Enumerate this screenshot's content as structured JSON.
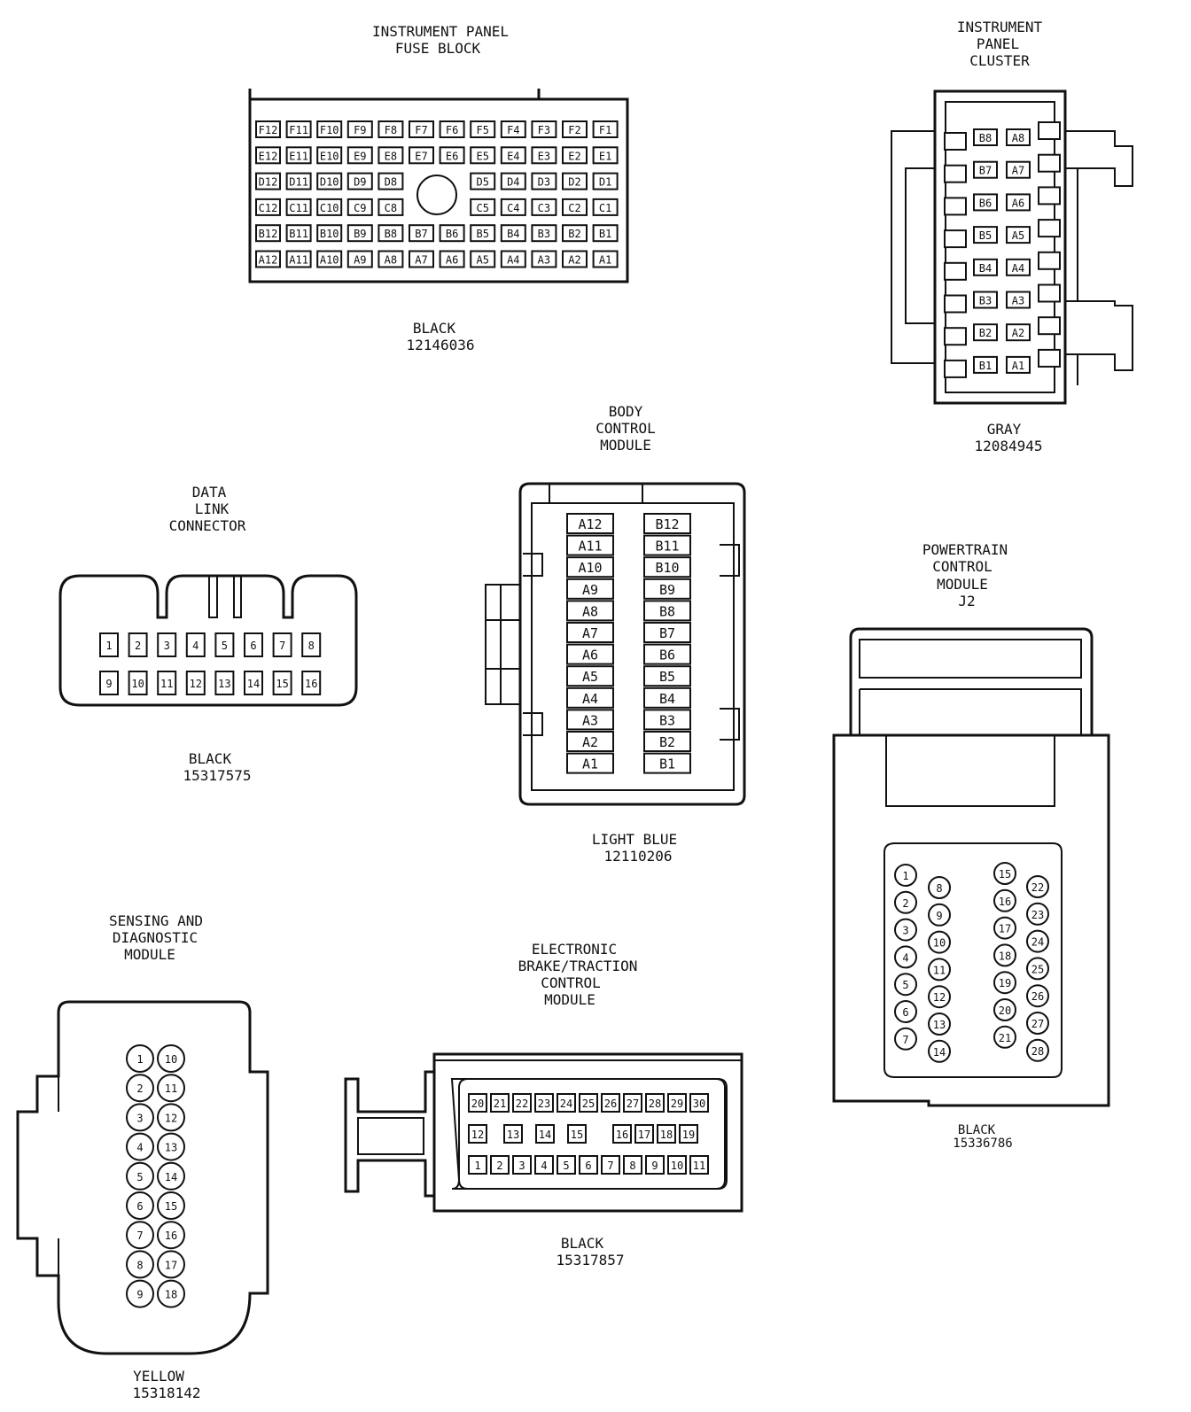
{
  "connectors": {
    "ipfb": {
      "title": [
        "INSTRUMENT PANEL",
        "FUSE BLOCK"
      ],
      "color": "BLACK",
      "part": "12146036",
      "rows": [
        [
          "F12",
          "F11",
          "F10",
          "F9",
          "F8",
          "F7",
          "F6",
          "F5",
          "F4",
          "F3",
          "F2",
          "F1"
        ],
        [
          "E12",
          "E11",
          "E10",
          "E9",
          "E8",
          "E7",
          "E6",
          "E5",
          "E4",
          "E3",
          "E2",
          "E1"
        ],
        [
          "D12",
          "D11",
          "D10",
          "D9",
          "D8",
          "",
          "",
          "D5",
          "D4",
          "D3",
          "D2",
          "D1"
        ],
        [
          "C12",
          "C11",
          "C10",
          "C9",
          "C8",
          "",
          "",
          "C5",
          "C4",
          "C3",
          "C2",
          "C1"
        ],
        [
          "B12",
          "B11",
          "B10",
          "B9",
          "B8",
          "B7",
          "B6",
          "B5",
          "B4",
          "B3",
          "B2",
          "B1"
        ],
        [
          "A12",
          "A11",
          "A10",
          "A9",
          "A8",
          "A7",
          "A6",
          "A5",
          "A4",
          "A3",
          "A2",
          "A1"
        ]
      ]
    },
    "ipc": {
      "title": [
        "INSTRUMENT",
        "PANEL",
        "CLUSTER"
      ],
      "color": "GRAY",
      "part": "12084945",
      "rows": [
        [
          "B8",
          "A8"
        ],
        [
          "B7",
          "A7"
        ],
        [
          "B6",
          "A6"
        ],
        [
          "B5",
          "A5"
        ],
        [
          "B4",
          "A4"
        ],
        [
          "B3",
          "A3"
        ],
        [
          "B2",
          "A2"
        ],
        [
          "B1",
          "A1"
        ]
      ]
    },
    "dlc": {
      "title": [
        "DATA",
        "LINK",
        "CONNECTOR"
      ],
      "color": "BLACK",
      "part": "15317575",
      "top": [
        "1",
        "2",
        "3",
        "4",
        "5",
        "6",
        "7",
        "8"
      ],
      "bottom": [
        "9",
        "10",
        "11",
        "12",
        "13",
        "14",
        "15",
        "16"
      ]
    },
    "bcm": {
      "title": [
        "BODY",
        "CONTROL",
        "MODULE"
      ],
      "color": "LIGHT BLUE",
      "part": "12110206",
      "left": [
        "A12",
        "A11",
        "A10",
        "A9",
        "A8",
        "A7",
        "A6",
        "A5",
        "A4",
        "A3",
        "A2",
        "A1"
      ],
      "right": [
        "B12",
        "B11",
        "B10",
        "B9",
        "B8",
        "B7",
        "B6",
        "B5",
        "B4",
        "B3",
        "B2",
        "B1"
      ]
    },
    "pcm": {
      "title": [
        "POWERTRAIN",
        "CONTROL",
        "MODULE",
        "J2"
      ],
      "color": "BLACK",
      "part": "15336786",
      "col1": [
        "1",
        "2",
        "3",
        "4",
        "5",
        "6",
        "7"
      ],
      "col2": [
        "8",
        "9",
        "10",
        "11",
        "12",
        "13",
        "14"
      ],
      "col3": [
        "15",
        "16",
        "17",
        "18",
        "19",
        "20",
        "21"
      ],
      "col4": [
        "22",
        "23",
        "24",
        "25",
        "26",
        "27",
        "28"
      ]
    },
    "sdm": {
      "title": [
        "SENSING AND",
        "DIAGNOSTIC",
        "MODULE"
      ],
      "color": "YELLOW",
      "part": "15318142",
      "left": [
        "1",
        "2",
        "3",
        "4",
        "5",
        "6",
        "7",
        "8",
        "9"
      ],
      "right": [
        "10",
        "11",
        "12",
        "13",
        "14",
        "15",
        "16",
        "17",
        "18"
      ]
    },
    "ebtcm": {
      "title": [
        "ELECTRONIC",
        "BRAKE/TRACTION",
        "CONTROL",
        "MODULE"
      ],
      "color": "BLACK",
      "part": "15317857",
      "row1": [
        "20",
        "21",
        "22",
        "23",
        "24",
        "25",
        "26",
        "27",
        "28",
        "29",
        "30"
      ],
      "row2": [
        "12",
        "13",
        "14",
        "15",
        "16",
        "17",
        "18",
        "19"
      ],
      "row3": [
        "1",
        "2",
        "3",
        "4",
        "5",
        "6",
        "7",
        "8",
        "9",
        "10",
        "11"
      ]
    }
  }
}
